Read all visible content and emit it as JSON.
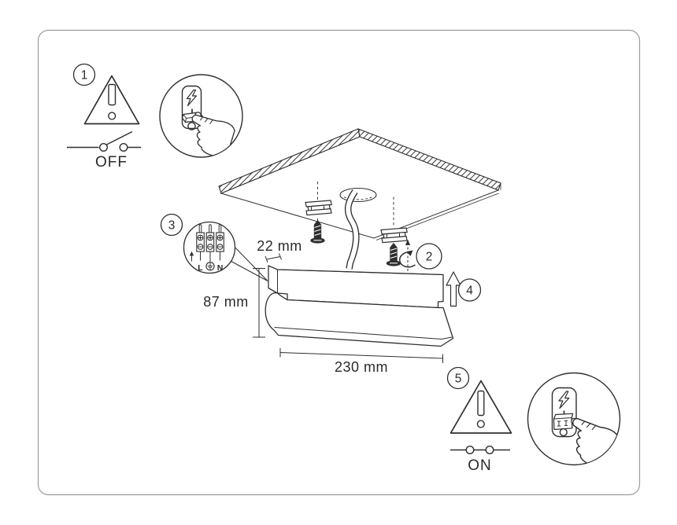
{
  "document": {
    "type": "luminaire-installation-instructions"
  },
  "colors": {
    "line": "#2f2f2f",
    "border": "#9b9b9b",
    "background": "#ffffff"
  },
  "steps": {
    "s1": "1",
    "s2": "2",
    "s3": "3",
    "s4": "4",
    "s5": "5"
  },
  "switch": {
    "off_label": "OFF",
    "on_label": "ON"
  },
  "dimensions": {
    "anchor_offset": "22 mm",
    "height": "87 mm",
    "length": "230 mm"
  },
  "terminal": {
    "live": "L",
    "neutral": "N"
  },
  "icons": {
    "warning-triangle-icon": "△!",
    "lightning-icon": "⚡",
    "hand-press-icon": "☝",
    "switch-open-icon": "-o o-",
    "switch-closed-icon": "-o-o-",
    "switch-on-mark-icon": "I",
    "switch-off-mark-icon": "O",
    "screw-rotation-icon": "↻",
    "arrow-up-icon": "↑",
    "earth-icon": "⏚"
  }
}
